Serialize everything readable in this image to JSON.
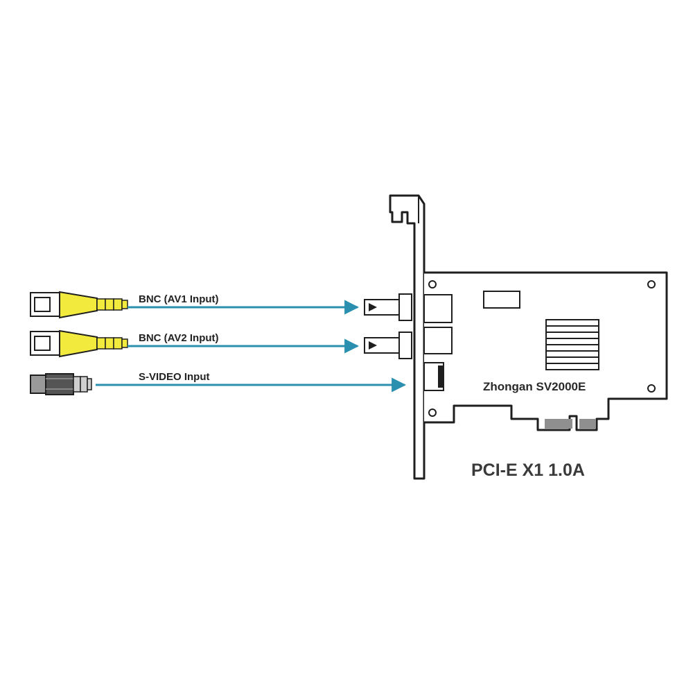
{
  "cables": [
    {
      "type": "bnc",
      "label": "BNC (AV1 Input)"
    },
    {
      "type": "bnc",
      "label": "BNC (AV2 Input)"
    },
    {
      "type": "svideo",
      "label": "S-VIDEO Input"
    }
  ],
  "board": {
    "model": "Zhongan SV2000E",
    "bus": "PCI-E X1 1.0A"
  },
  "colors": {
    "arrow": "#2b8fb0",
    "bnc_sleeve": "#f3ea3e",
    "outline": "#1e1e1e",
    "pcie_contacts": "#8f8f8f"
  }
}
